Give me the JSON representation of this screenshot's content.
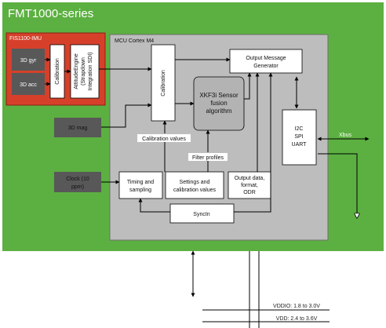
{
  "colors": {
    "module": "#5cb041",
    "imu": "#d6402a",
    "mcu": "#bdbdbd",
    "sensor": "#585858",
    "fusion": "#b3b3b3",
    "box": "#ffffff",
    "line": "#000000"
  },
  "module": {
    "title": "FMT1000-series"
  },
  "imu": {
    "title": "FIS1100-IMU",
    "gyr": "3D gyr",
    "acc": "3D acc",
    "calibration": "Calibration",
    "attitude_engine": [
      "AttitudeEngine",
      "(Strapdown",
      "Integration SDI)"
    ]
  },
  "mcu": {
    "title": "MCU Cortex M4",
    "calibration": "Calibration",
    "fusion": [
      "XKF3i Sensor",
      "fusion",
      "algorithm"
    ],
    "output_generator": [
      "Output Message",
      "Generator"
    ],
    "interface": [
      "I2C",
      "SPI",
      "UART"
    ],
    "timing": [
      "Timing and",
      "sampling"
    ],
    "settings": [
      "Settings and",
      "calibration values"
    ],
    "output_config": [
      "Output  data,",
      "format,",
      "ODR"
    ],
    "syncin": "SyncIn"
  },
  "inputs": {
    "mag": "3D mag",
    "clock": [
      "Clock (10",
      "ppm)"
    ]
  },
  "edges": {
    "calibration_values": "Calibration values",
    "filter_profiles": "Filter profiles",
    "xbus": "Xbus"
  },
  "power": {
    "vddio": "VDDIO: 1.8 to 3.0V",
    "vdd": "VDD: 2.4 to 3.6V"
  }
}
